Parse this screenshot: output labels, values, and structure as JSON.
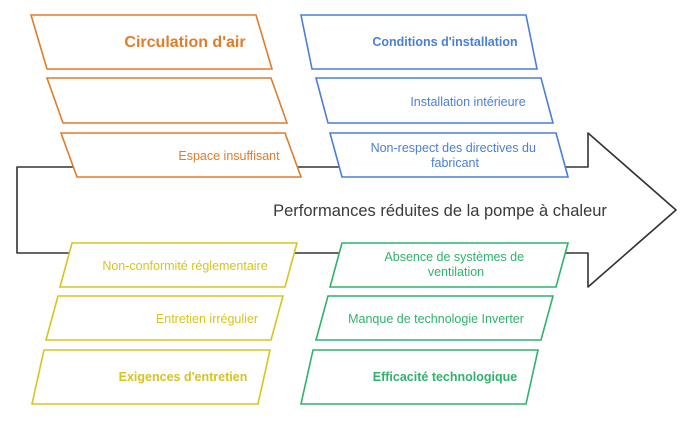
{
  "title": "Performances réduites de la pompe à chaleur",
  "colors": {
    "orange": "#E07C2A",
    "blue": "#4A7FD9",
    "yellow": "#D9C31F",
    "green": "#2FB36B",
    "spine": "#333333",
    "title": "#3a3a3a"
  },
  "categories": {
    "circulation": {
      "label": "Circulation d'air",
      "items": [
        "",
        "Espace insuffisant"
      ]
    },
    "conditions": {
      "label": "Conditions d'installation",
      "items": [
        "Installation intérieure",
        "Non-respect des directives du fabricant"
      ]
    },
    "entretien": {
      "label": "Exigences d'entretien",
      "items": [
        "Entretien irrégulier",
        "Non-conformité réglementaire"
      ]
    },
    "efficacite": {
      "label": "Efficacité technologique",
      "items": [
        "Manque de technologie Inverter",
        "Absence de systèmes de ventilation"
      ]
    }
  }
}
